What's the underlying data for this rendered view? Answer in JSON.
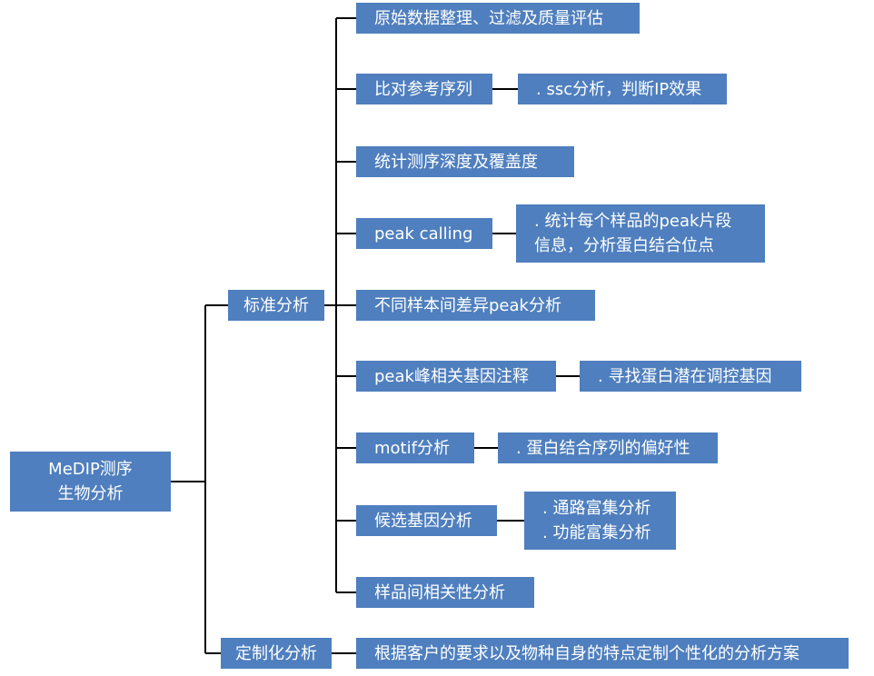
{
  "root": {
    "line1": "MeDIP测序",
    "line2": "生物分析"
  },
  "standard": {
    "label": "标准分析",
    "items": [
      {
        "label": "原始数据整理、过滤及质量评估"
      },
      {
        "label": "比对参考序列",
        "detail": [
          ". ssc分析，判断IP效果"
        ]
      },
      {
        "label": "统计测序深度及覆盖度"
      },
      {
        "label": "peak calling",
        "detail": [
          ". 统计每个样品的peak片段",
          "信息，分析蛋白结合位点"
        ]
      },
      {
        "label": "不同样本间差异peak分析"
      },
      {
        "label": "peak峰相关基因注释",
        "detail": [
          ". 寻找蛋白潜在调控基因"
        ]
      },
      {
        "label": "motif分析",
        "detail": [
          ". 蛋白结合序列的偏好性"
        ]
      },
      {
        "label": "候选基因分析",
        "detail": [
          ". 通路富集分析",
          ". 功能富集分析"
        ]
      },
      {
        "label": "样品间相关性分析"
      }
    ]
  },
  "custom": {
    "label": "定制化分析",
    "items": [
      {
        "label": "根据客户的要求以及物种自身的特点定制个性化的分析方案"
      }
    ]
  },
  "colors": {
    "box": "#4f7fbe",
    "line": "#000000",
    "text": "#ffffff"
  }
}
